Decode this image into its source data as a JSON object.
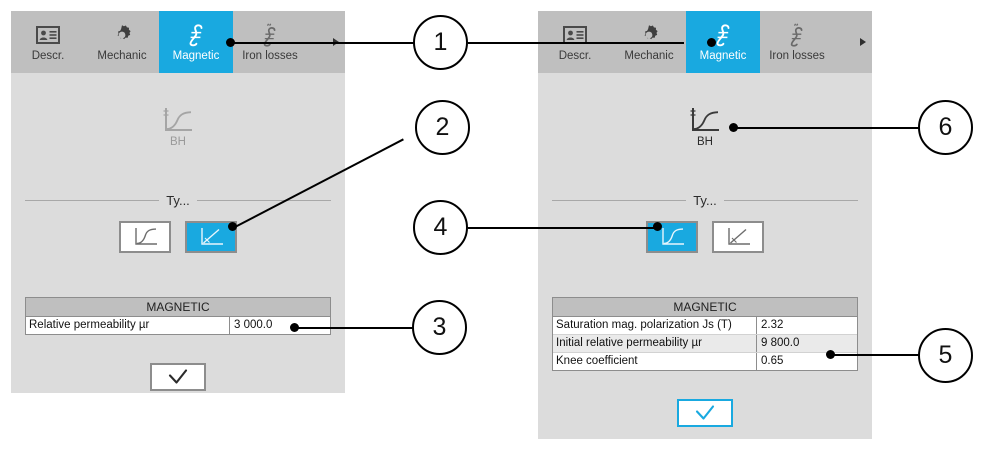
{
  "toolbar": {
    "tabs": [
      {
        "label": "Descr.",
        "icon": "id-card-icon",
        "selected": false
      },
      {
        "label": "Mechanic",
        "icon": "gear-icon",
        "selected": false
      },
      {
        "label": "Magnetic",
        "icon": "hysteresis-curve-icon",
        "selected": true
      },
      {
        "label": "Iron losses",
        "icon": "iron-losses-icon",
        "selected": false
      }
    ],
    "overflow_icon": "triangle-right-icon"
  },
  "left_panel": {
    "bh": {
      "label": "BH",
      "icon": "bh-curve-icon",
      "enabled": false
    },
    "section": {
      "caption": "Ty..."
    },
    "curve_buttons": [
      {
        "icon": "saturation-curve-icon",
        "selected": false
      },
      {
        "icon": "linear-curve-icon",
        "selected": true
      }
    ],
    "table": {
      "header": "MAGNETIC",
      "rows": [
        {
          "name": "Relative permeability µr",
          "value": "3 000.0",
          "highlighted": false
        }
      ]
    },
    "validate": {
      "icon": "check-icon",
      "focused": false
    }
  },
  "right_panel": {
    "bh": {
      "label": "BH",
      "icon": "bh-curve-icon",
      "enabled": true
    },
    "section": {
      "caption": "Ty..."
    },
    "curve_buttons": [
      {
        "icon": "saturation-curve-icon",
        "selected": true
      },
      {
        "icon": "linear-curve-icon",
        "selected": false
      }
    ],
    "table": {
      "header": "MAGNETIC",
      "rows": [
        {
          "name": "Saturation mag. polarization Js (T)",
          "value": "2.32",
          "highlighted": false
        },
        {
          "name": "Initial relative permeability µr",
          "value": "9 800.0",
          "highlighted": true
        },
        {
          "name": "Knee coefficient",
          "value": "0.65",
          "highlighted": false
        }
      ]
    },
    "validate": {
      "icon": "check-icon",
      "focused": true
    }
  },
  "callouts": [
    {
      "number": "1"
    },
    {
      "number": "2"
    },
    {
      "number": "3"
    },
    {
      "number": "4"
    },
    {
      "number": "5"
    },
    {
      "number": "6"
    }
  ],
  "colors": {
    "accent": "#19a9e0",
    "panel_bg": "#dcdcdc",
    "toolbar_bg": "#bfbfbf",
    "table_header_bg": "#bfbfbf",
    "row_highlight": "#eaeaea"
  }
}
